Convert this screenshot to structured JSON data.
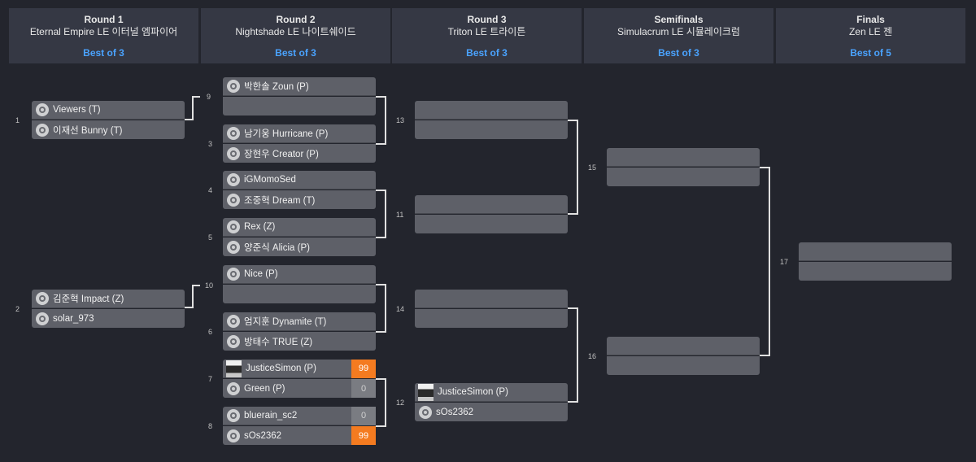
{
  "rounds": [
    {
      "round": "Round 1",
      "map": "Eternal Empire LE 이터널 엠파이어",
      "bo": "Best of 3"
    },
    {
      "round": "Round 2",
      "map": "Nightshade LE 나이트쉐이드",
      "bo": "Best of 3"
    },
    {
      "round": "Round 3",
      "map": "Triton LE 트라이튼",
      "bo": "Best of 3"
    },
    {
      "round": "Semifinals",
      "map": "Simulacrum LE 시뮬레이크럼",
      "bo": "Best of 3"
    },
    {
      "round": "Finals",
      "map": "Zen LE 젠",
      "bo": "Best of 5"
    }
  ],
  "matches": {
    "m1": {
      "num": "1",
      "p1": "Viewers (T)",
      "p2": "이재선 Bunny (T)"
    },
    "m2": {
      "num": "2",
      "p1": "김준혁 Impact (Z)",
      "p2": "solar_973"
    },
    "m9": {
      "num": "9",
      "p1": "박한솔 Zoun (P)",
      "p2": ""
    },
    "m3": {
      "num": "3",
      "p1": "남기웅 Hurricane (P)",
      "p2": "장현우 Creator (P)"
    },
    "m4": {
      "num": "4",
      "p1": "iGMomoSed",
      "p2": "조중혁 Dream (T)"
    },
    "m5": {
      "num": "5",
      "p1": "Rex (Z)",
      "p2": "양준식 Alicia (P)"
    },
    "m10": {
      "num": "10",
      "p1": "Nice (P)",
      "p2": ""
    },
    "m6": {
      "num": "6",
      "p1": "엄지훈 Dynamite (T)",
      "p2": "방태수 TRUE (Z)"
    },
    "m7": {
      "num": "7",
      "p1": "JusticeSimon (P)",
      "p2": "Green (P)",
      "s1": "99",
      "s2": "0"
    },
    "m8": {
      "num": "8",
      "p1": "bluerain_sc2",
      "p2": "sOs2362",
      "s1": "0",
      "s2": "99"
    },
    "m13": {
      "num": "13",
      "p1": "",
      "p2": ""
    },
    "m11": {
      "num": "11",
      "p1": "",
      "p2": ""
    },
    "m14": {
      "num": "14",
      "p1": "",
      "p2": ""
    },
    "m12": {
      "num": "12",
      "p1": "JusticeSimon (P)",
      "p2": "sOs2362"
    },
    "m15": {
      "num": "15",
      "p1": "",
      "p2": ""
    },
    "m16": {
      "num": "16",
      "p1": "",
      "p2": ""
    },
    "m17": {
      "num": "17",
      "p1": "",
      "p2": ""
    }
  },
  "colors": {
    "background": "#23252d",
    "header": "#353844",
    "slot": "#5e6068",
    "accent": "#4aa3ff",
    "win": "#f47b20"
  },
  "icons": {
    "race": "race-icon",
    "avatar": "player-avatar"
  }
}
